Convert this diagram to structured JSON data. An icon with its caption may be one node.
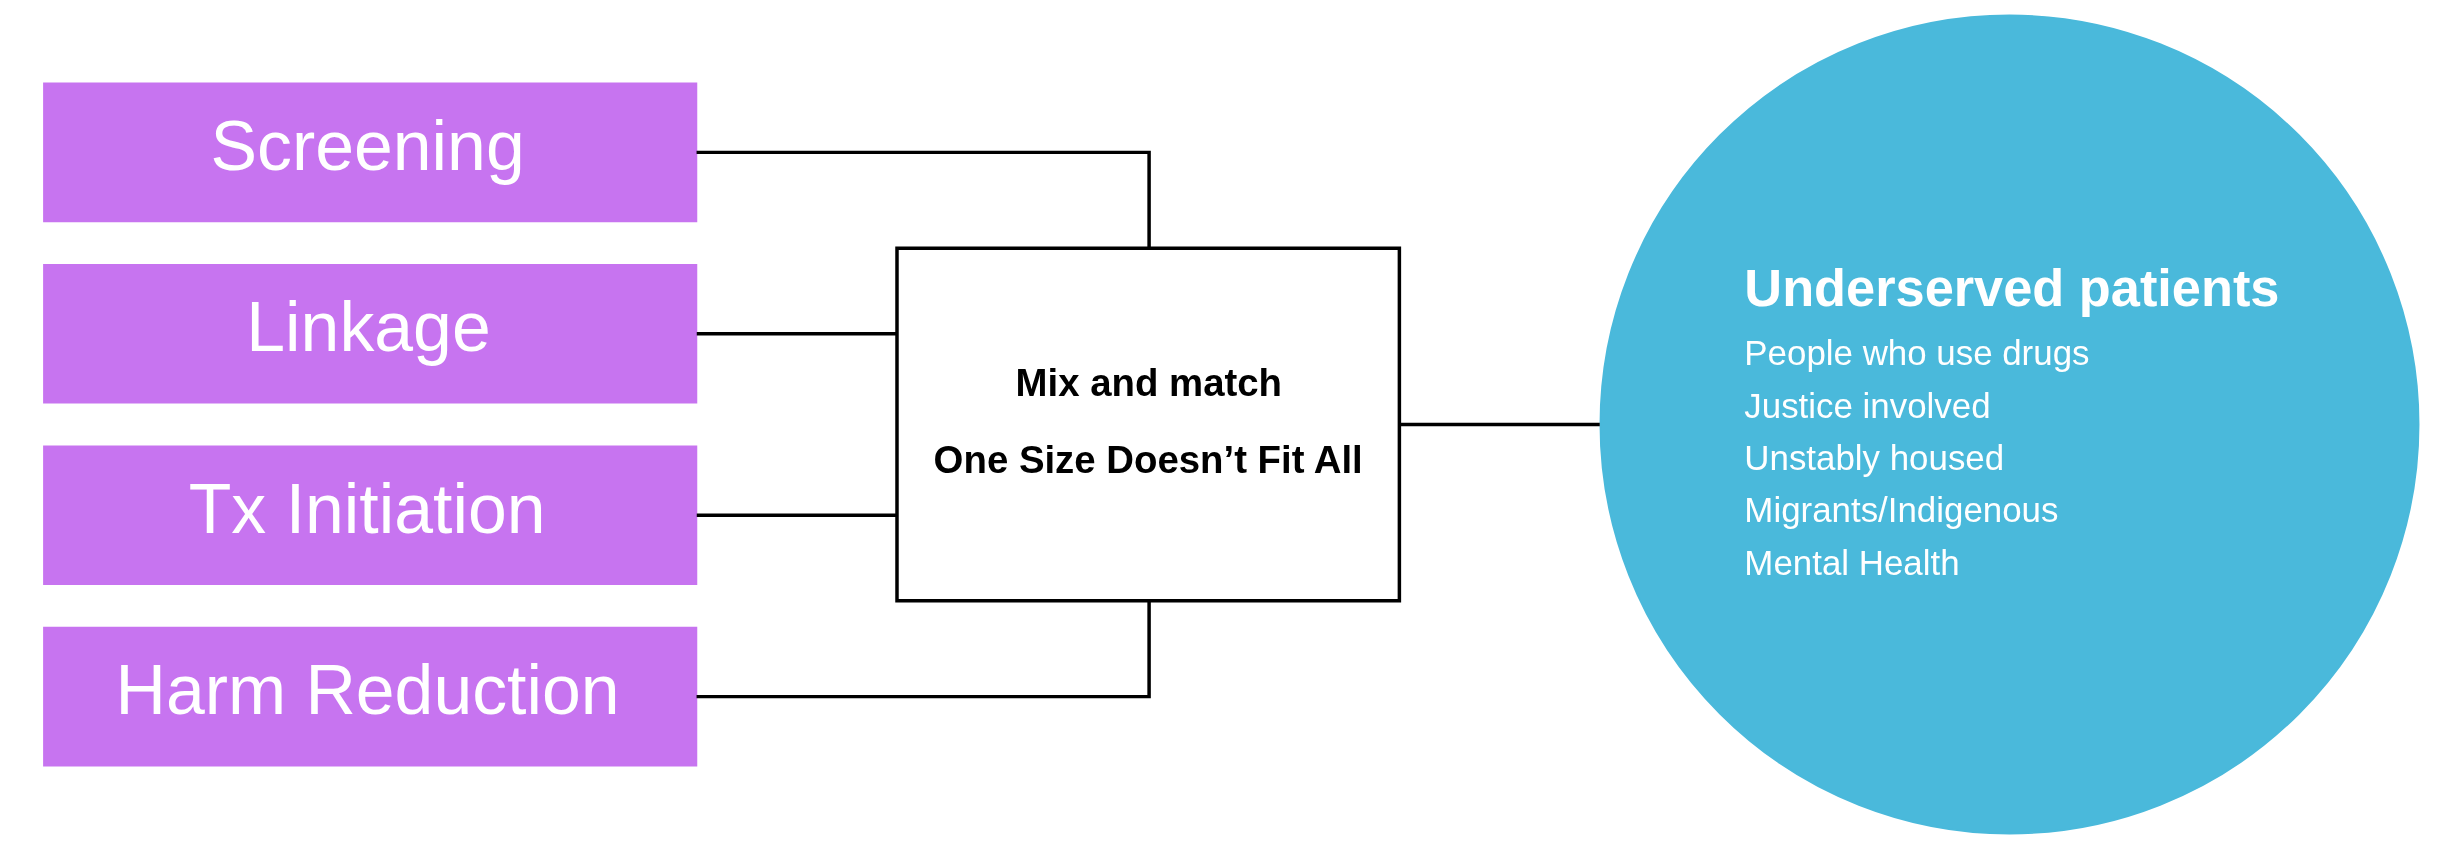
{
  "diagram": {
    "nodes": [
      {
        "text": [
          "Screening"
        ]
      },
      {
        "text": [
          "Linkage"
        ]
      },
      {
        "text": [
          "Tx Initiation"
        ]
      },
      {
        "text": [
          "Harm Reduction"
        ]
      },
      {
        "text": [
          "Mix and match",
          "One Size Doesn’t Fit All"
        ]
      },
      {
        "text": [
          "Underserved patients",
          "People who use drugs",
          "Justice involved",
          "Unstably housed",
          "Migrants/Indigenous",
          "Mental Health"
        ]
      }
    ],
    "edges": [
      {
        "from": 0,
        "to": 4,
        "arrow": "none"
      },
      {
        "from": 1,
        "to": 4,
        "arrow": "none"
      },
      {
        "from": 2,
        "to": 4,
        "arrow": "none"
      },
      {
        "from": 3,
        "to": 4,
        "arrow": "none"
      },
      {
        "from": 4,
        "to": 5,
        "arrow": "none"
      }
    ]
  }
}
